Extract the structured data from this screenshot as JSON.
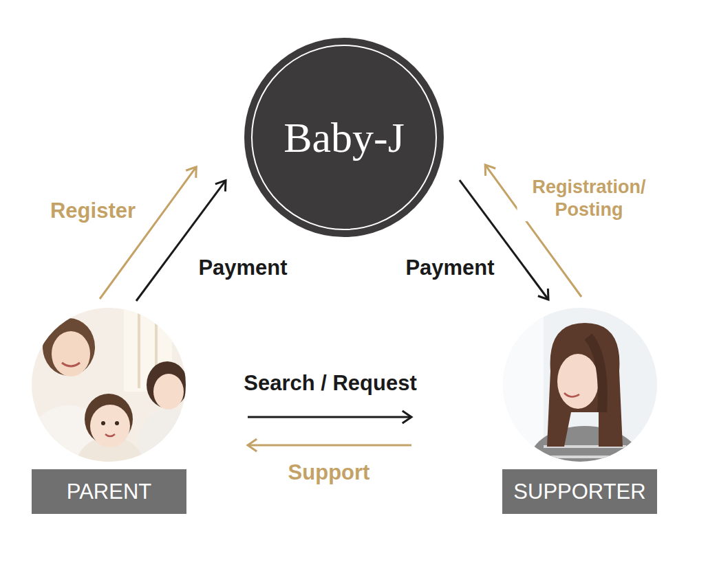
{
  "diagram": {
    "nodes": [
      {
        "text": [
          "Baby-J"
        ]
      },
      {
        "text": [
          "PARENT"
        ]
      },
      {
        "text": [
          "SUPPORTER"
        ]
      }
    ],
    "edges": [
      {
        "from": 1,
        "to": 0,
        "label": "Register",
        "arrow": "to"
      },
      {
        "from": 1,
        "to": 0,
        "label": "Payment",
        "arrow": "to"
      },
      {
        "from": 0,
        "to": 2,
        "label": "Payment",
        "arrow": "to"
      },
      {
        "from": 2,
        "to": 0,
        "label": "Registration/ Posting",
        "arrow": "to"
      },
      {
        "from": 1,
        "to": 2,
        "label": "Search / Request",
        "arrow": "to"
      },
      {
        "from": 2,
        "to": 1,
        "label": "Support",
        "arrow": "to"
      }
    ]
  }
}
